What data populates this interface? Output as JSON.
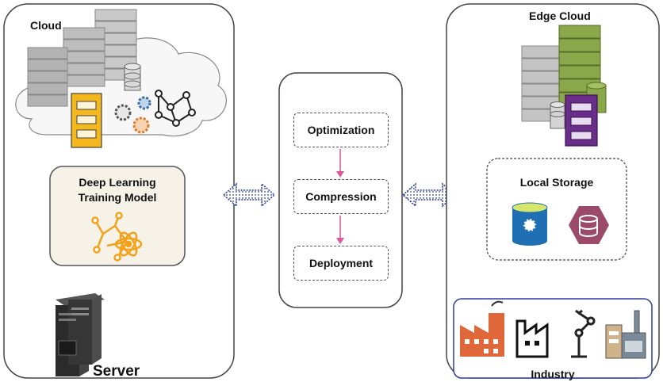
{
  "cloud": {
    "title": "Cloud",
    "model_title_line1": "Deep Learning",
    "model_title_line2": "Training Model",
    "server_label": "Server"
  },
  "pipeline": {
    "stages": [
      "Optimization",
      "Compression",
      "Deployment"
    ]
  },
  "edge": {
    "title": "Edge Cloud",
    "storage_title": "Local Storage",
    "industry_label": "Industry"
  },
  "colors": {
    "stage_arrow": "#e0559b",
    "link_arrow": "#2d3f9e",
    "model_icon": "#f4a21c",
    "server_dark": "#2b2b2b",
    "cloud_server": "#b8b8b8",
    "edge_server_green": "#8aa849",
    "edge_cabinet_purple": "#6a2d8a",
    "yellow_cabinet": "#f4b81c"
  }
}
